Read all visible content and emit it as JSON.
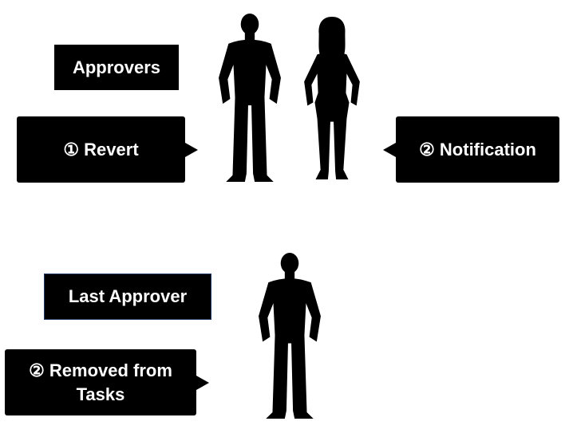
{
  "approvers": {
    "title": "Approvers",
    "revert_label": "① Revert",
    "notification_label": "② Notification"
  },
  "last_approver": {
    "title": "Last Approver",
    "removed_label_line1": "② Removed from",
    "removed_label_line2": "Tasks"
  },
  "colors": {
    "box": "#000000",
    "text": "#ffffff",
    "last_approver_border": "#1f3864"
  },
  "icons": [
    "man-silhouette-icon",
    "woman-silhouette-icon"
  ]
}
